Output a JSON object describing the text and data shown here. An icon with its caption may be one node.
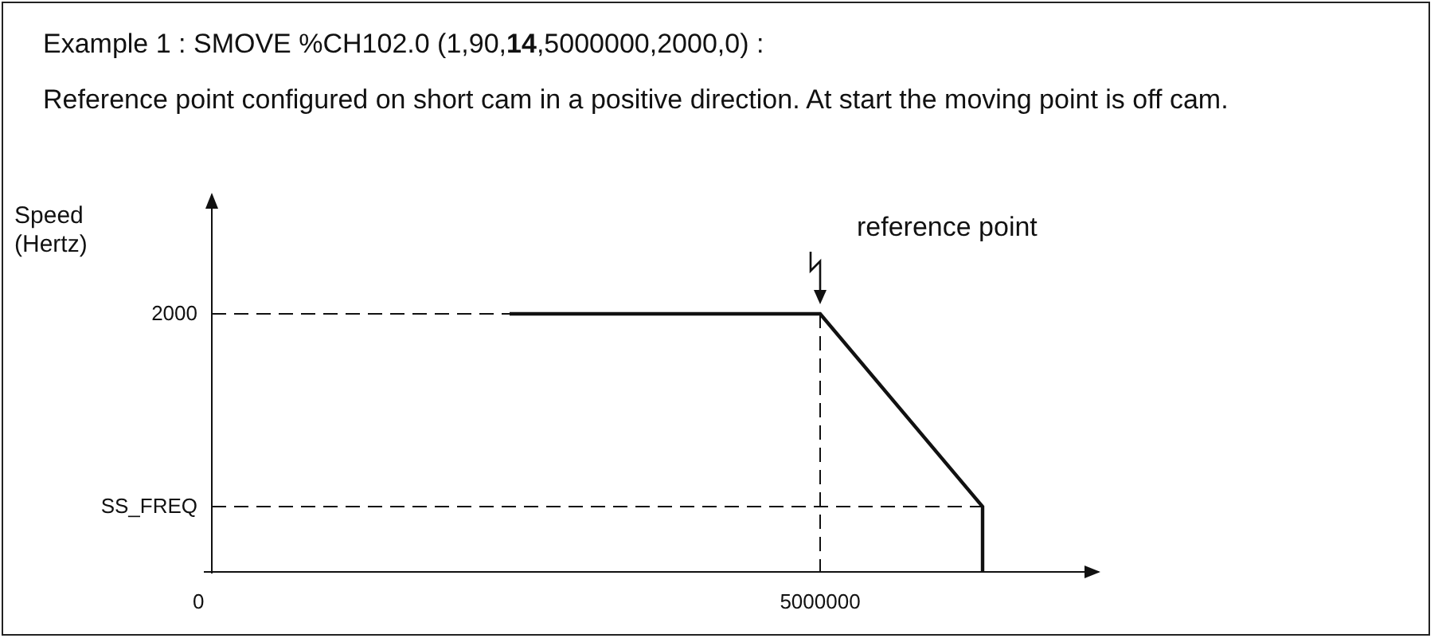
{
  "diagram": {
    "title": "Example 1 : SMOVE %CH102.0 (1,90,**14**,5000000,2000,0) :",
    "labels": [
      "Reference point configured on short cam in a positive direction. At start the moving point is off cam.",
      "Speed (Hertz)",
      "reference point",
      "2000",
      "SS_FREQ",
      "0",
      "5000000"
    ]
  }
}
